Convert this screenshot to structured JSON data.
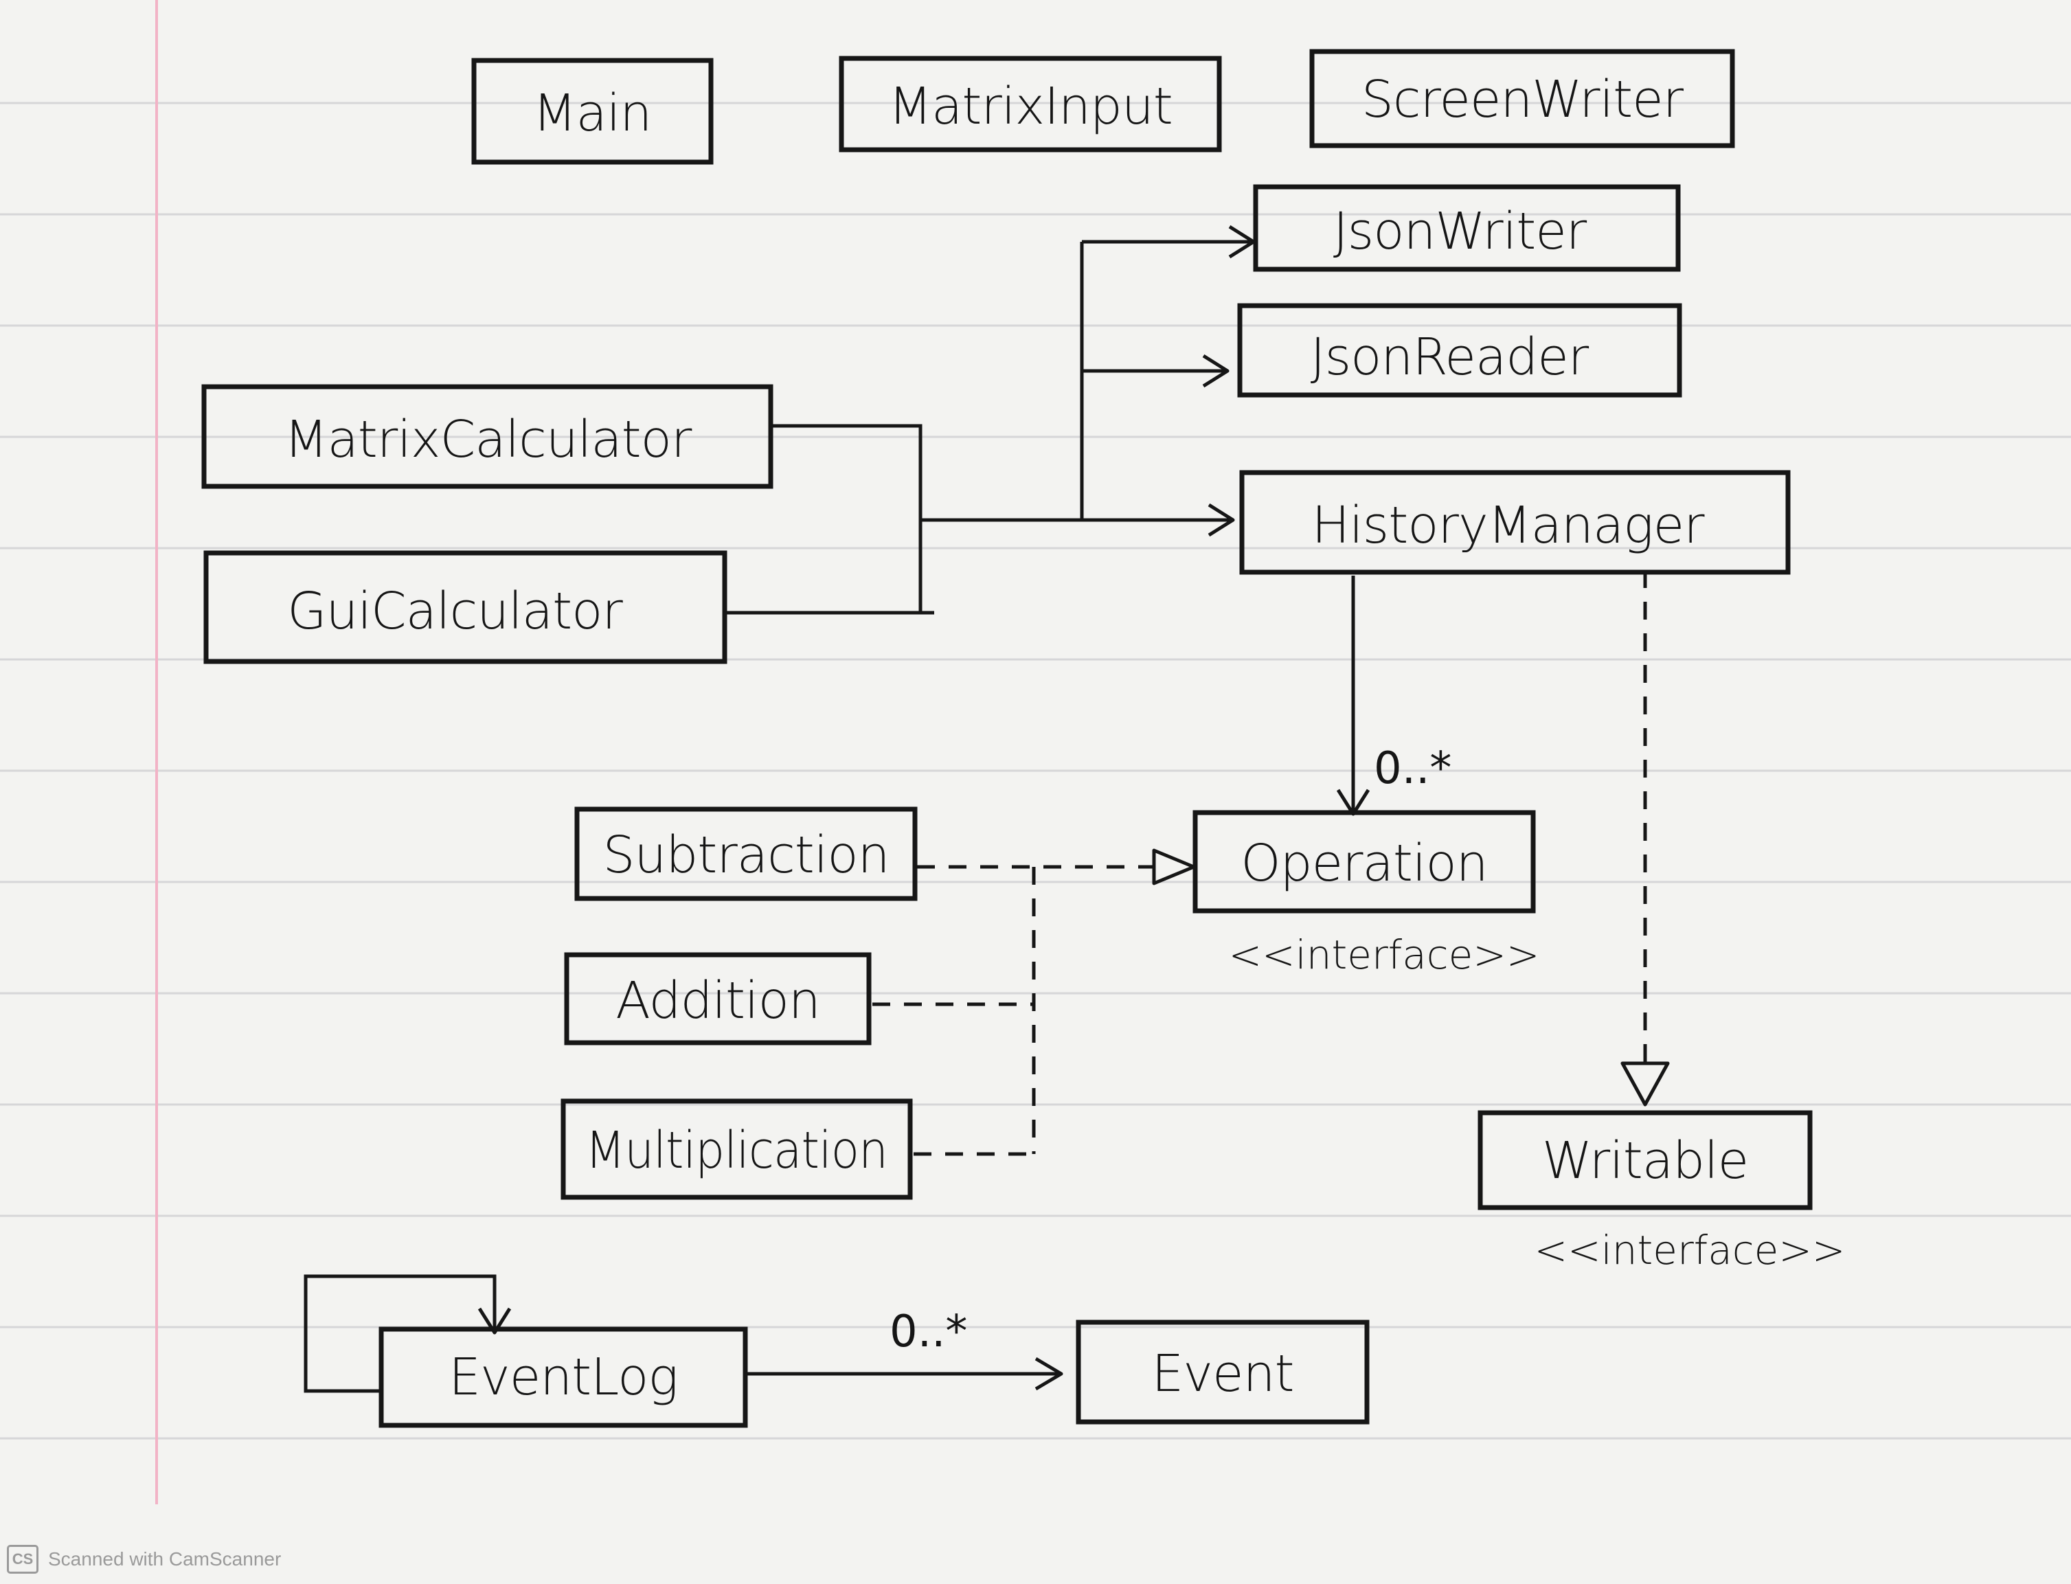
{
  "classes": {
    "main": "Main",
    "matrix_input": "MatrixInput",
    "screen_writer": "ScreenWriter",
    "json_writer": "JsonWriter",
    "json_reader": "JsonReader",
    "matrix_calculator": "MatrixCalculator",
    "gui_calculator": "GuiCalculator",
    "history_manager": "HistoryManager",
    "subtraction": "Subtraction",
    "addition": "Addition",
    "multiplication": "Multiplication",
    "operation": "Operation",
    "writable": "Writable",
    "event_log": "EventLog",
    "event": "Event"
  },
  "stereotypes": {
    "operation": "<<interface>>",
    "writable": "<<interface>>"
  },
  "multiplicities": {
    "history_to_operation": "0..*",
    "eventlog_to_event": "0..*"
  },
  "relationships": [
    {
      "from": "MatrixCalculator",
      "to": "JsonWriter",
      "kind": "association"
    },
    {
      "from": "MatrixCalculator",
      "to": "JsonReader",
      "kind": "association"
    },
    {
      "from": "MatrixCalculator",
      "to": "HistoryManager",
      "kind": "association"
    },
    {
      "from": "GuiCalculator",
      "to": "JsonWriter",
      "kind": "association"
    },
    {
      "from": "GuiCalculator",
      "to": "JsonReader",
      "kind": "association"
    },
    {
      "from": "GuiCalculator",
      "to": "HistoryManager",
      "kind": "association"
    },
    {
      "from": "HistoryManager",
      "to": "Operation",
      "kind": "association",
      "multiplicity": "0..*"
    },
    {
      "from": "HistoryManager",
      "to": "Writable",
      "kind": "realization"
    },
    {
      "from": "Subtraction",
      "to": "Operation",
      "kind": "realization"
    },
    {
      "from": "Addition",
      "to": "Operation",
      "kind": "realization"
    },
    {
      "from": "Multiplication",
      "to": "Operation",
      "kind": "realization"
    },
    {
      "from": "EventLog",
      "to": "EventLog",
      "kind": "association"
    },
    {
      "from": "EventLog",
      "to": "Event",
      "kind": "association",
      "multiplicity": "0..*"
    }
  ],
  "footer": {
    "logo": "CS",
    "text": "Scanned with CamScanner"
  }
}
